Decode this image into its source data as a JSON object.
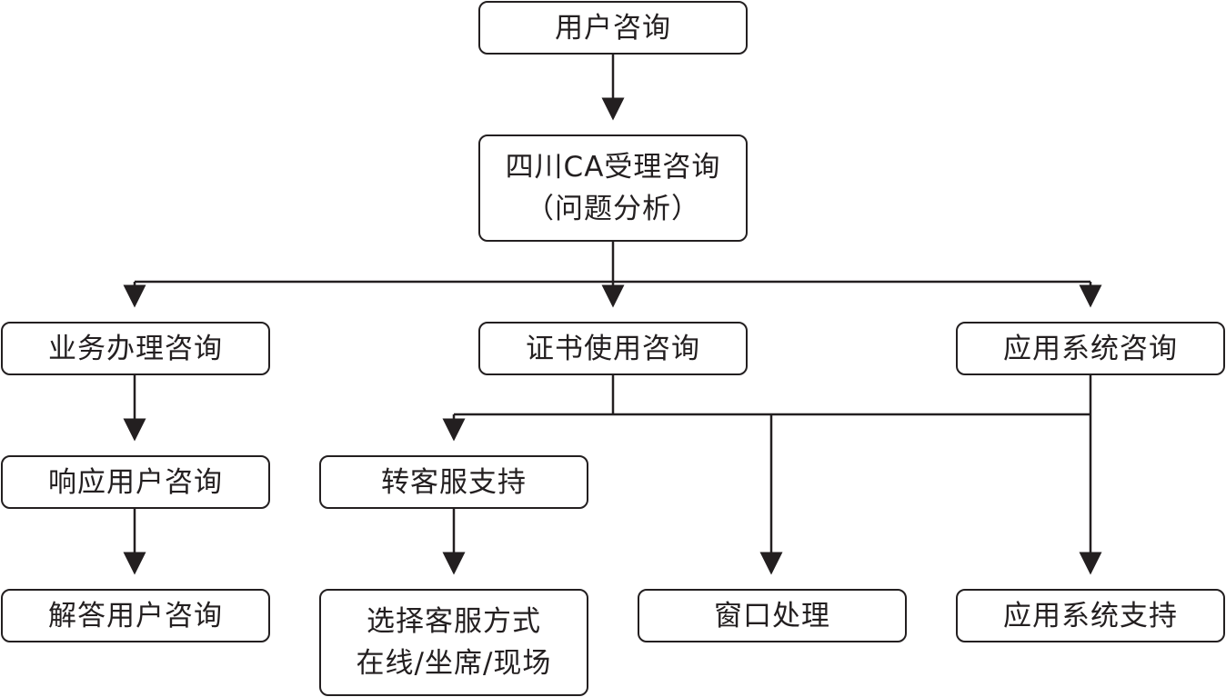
{
  "nodes": {
    "user_consult": "用户咨询",
    "ca_accept_line1": "四川CA受理咨询",
    "ca_accept_line2": "（问题分析）",
    "business_consult": "业务办理咨询",
    "cert_usage_consult": "证书使用咨询",
    "app_system_consult": "应用系统咨询",
    "respond_user": "响应用户咨询",
    "transfer_support": "转客服支持",
    "answer_user": "解答用户咨询",
    "choose_method_line1": "选择客服方式",
    "choose_method_line2": "在线/坐席/现场",
    "window_handling": "窗口处理",
    "app_system_support": "应用系统支持"
  },
  "colors": {
    "stroke": "#231f20",
    "background": "#ffffff"
  }
}
